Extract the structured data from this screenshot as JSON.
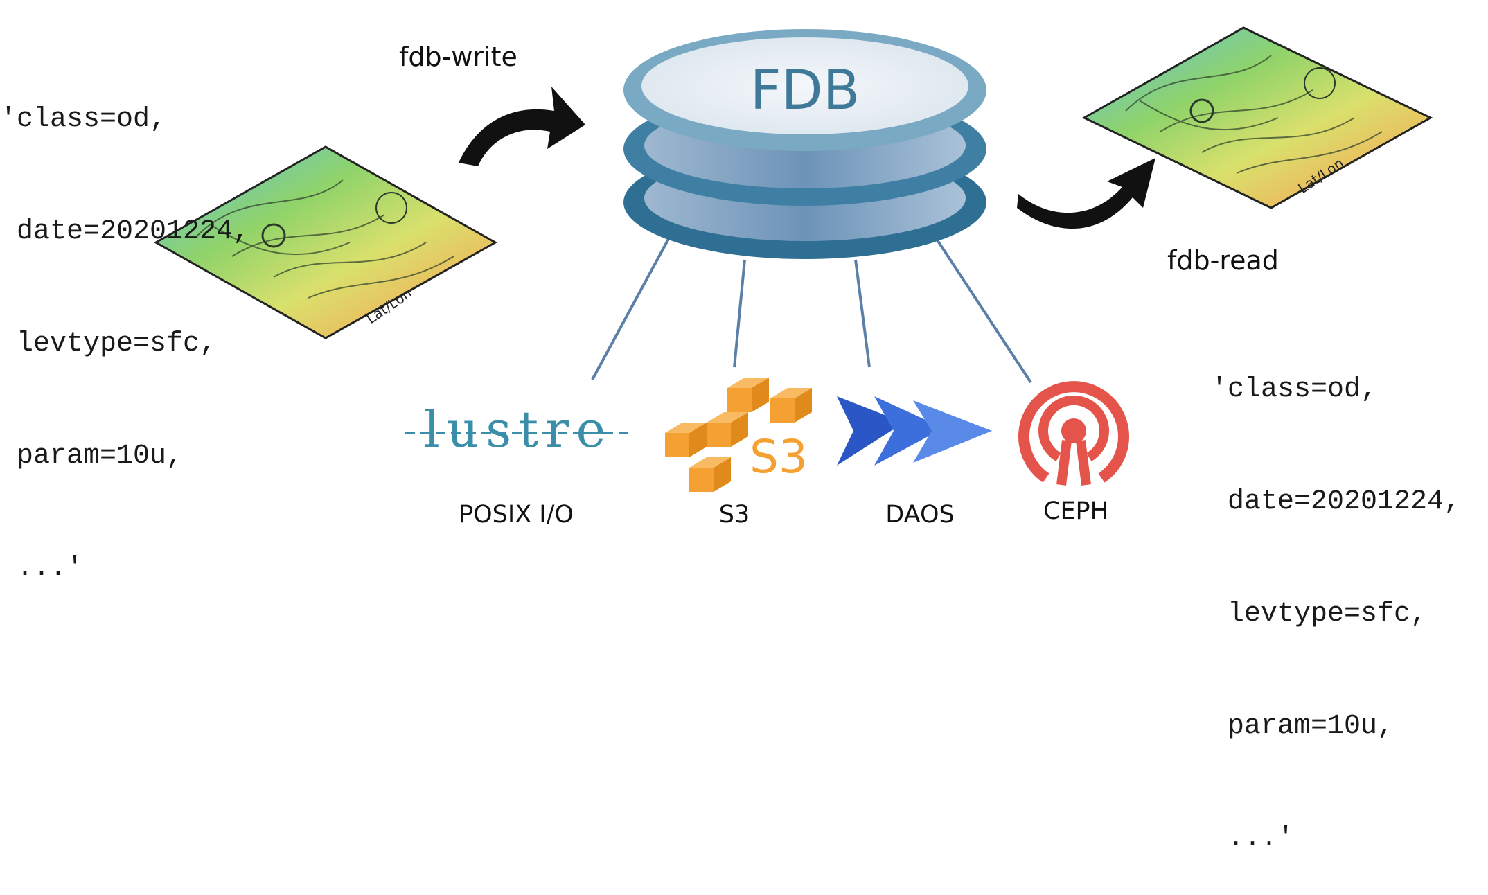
{
  "write_query": {
    "lines": [
      "'class=od,",
      " date=20201224,",
      " levtype=sfc,",
      " param=10u,",
      " ...'"
    ]
  },
  "read_query": {
    "lines": [
      "'class=od,",
      " date=20201224,",
      " levtype=sfc,",
      " param=10u,",
      " ...'"
    ]
  },
  "operations": {
    "write": "fdb-write",
    "read": "fdb-read"
  },
  "fdb": {
    "label": "FDB"
  },
  "map_tile": {
    "axis_text": "Lat/Lon"
  },
  "backends": [
    {
      "logo": "lustre",
      "logo_text": "lustre",
      "label": "POSIX I/O"
    },
    {
      "logo": "aws-s3",
      "logo_text": "S3",
      "label": "S3"
    },
    {
      "logo": "daos",
      "logo_text": "",
      "label": "DAOS"
    },
    {
      "logo": "ceph",
      "logo_text": "",
      "label": "CEPH"
    }
  ],
  "colors": {
    "fdb_disk": "#2f6f93",
    "fdb_disk_light": "#7aa9c4",
    "lustre": "#3b8ea9",
    "s3": "#f5a032",
    "daos": "#2a56c6",
    "ceph": "#e5544a",
    "arrow": "#111111",
    "connector": "#5b7fa6"
  }
}
